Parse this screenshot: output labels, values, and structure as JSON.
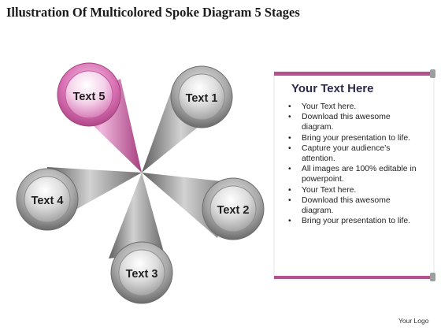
{
  "title": "Illustration Of Multicolored Spoke Diagram 5 Stages",
  "diagram": {
    "stages": [
      {
        "label": "Text 1",
        "accent": "gray"
      },
      {
        "label": "Text 2",
        "accent": "gray"
      },
      {
        "label": "Text 3",
        "accent": "gray"
      },
      {
        "label": "Text 4",
        "accent": "gray"
      },
      {
        "label": "Text 5",
        "accent": "pink"
      }
    ],
    "colors": {
      "highlight": "#cc5aa3",
      "neutral": "#9a9a9a",
      "panel_border": "#b8508f"
    }
  },
  "panel": {
    "heading": "Your Text Here",
    "bullets": [
      "Your Text here.",
      "Download this awesome diagram.",
      "Bring your presentation to life.",
      "Capture your audience’s attention.",
      "All images are 100% editable in powerpoint.",
      "Your Text here.",
      "Download this awesome diagram.",
      "Bring your presentation to life."
    ]
  },
  "footer": {
    "logo": "Your Logo"
  }
}
